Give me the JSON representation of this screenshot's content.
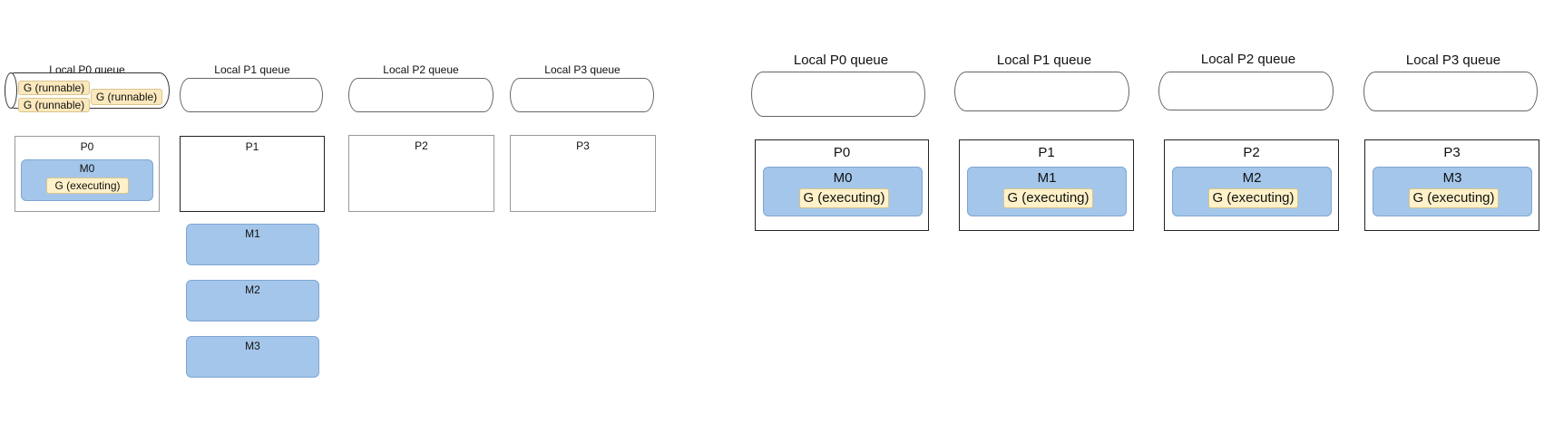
{
  "left": {
    "queues": [
      {
        "label": "Local P0 queue",
        "items": [
          "G (runnable)",
          "G (runnable)",
          "G (runnable)"
        ]
      },
      {
        "label": "Local P1 queue",
        "items": []
      },
      {
        "label": "Local P2 queue",
        "items": []
      },
      {
        "label": "Local P3 queue",
        "items": []
      }
    ],
    "processors": [
      {
        "label": "P0",
        "m_label": "M0",
        "g_label": "G (executing)"
      },
      {
        "label": "P1"
      },
      {
        "label": "P2"
      },
      {
        "label": "P3"
      }
    ],
    "idle_machines": [
      "M1",
      "M2",
      "M3"
    ]
  },
  "right": {
    "queues": [
      {
        "label": "Local P0 queue"
      },
      {
        "label": "Local P1 queue"
      },
      {
        "label": "Local P2 queue"
      },
      {
        "label": "Local P3 queue"
      }
    ],
    "processors": [
      {
        "label": "P0",
        "m_label": "M0",
        "g_label": "G (executing)"
      },
      {
        "label": "P1",
        "m_label": "M1",
        "g_label": "G (executing)"
      },
      {
        "label": "P2",
        "m_label": "M2",
        "g_label": "G (executing)"
      },
      {
        "label": "P3",
        "m_label": "M3",
        "g_label": "G (executing)"
      }
    ]
  }
}
